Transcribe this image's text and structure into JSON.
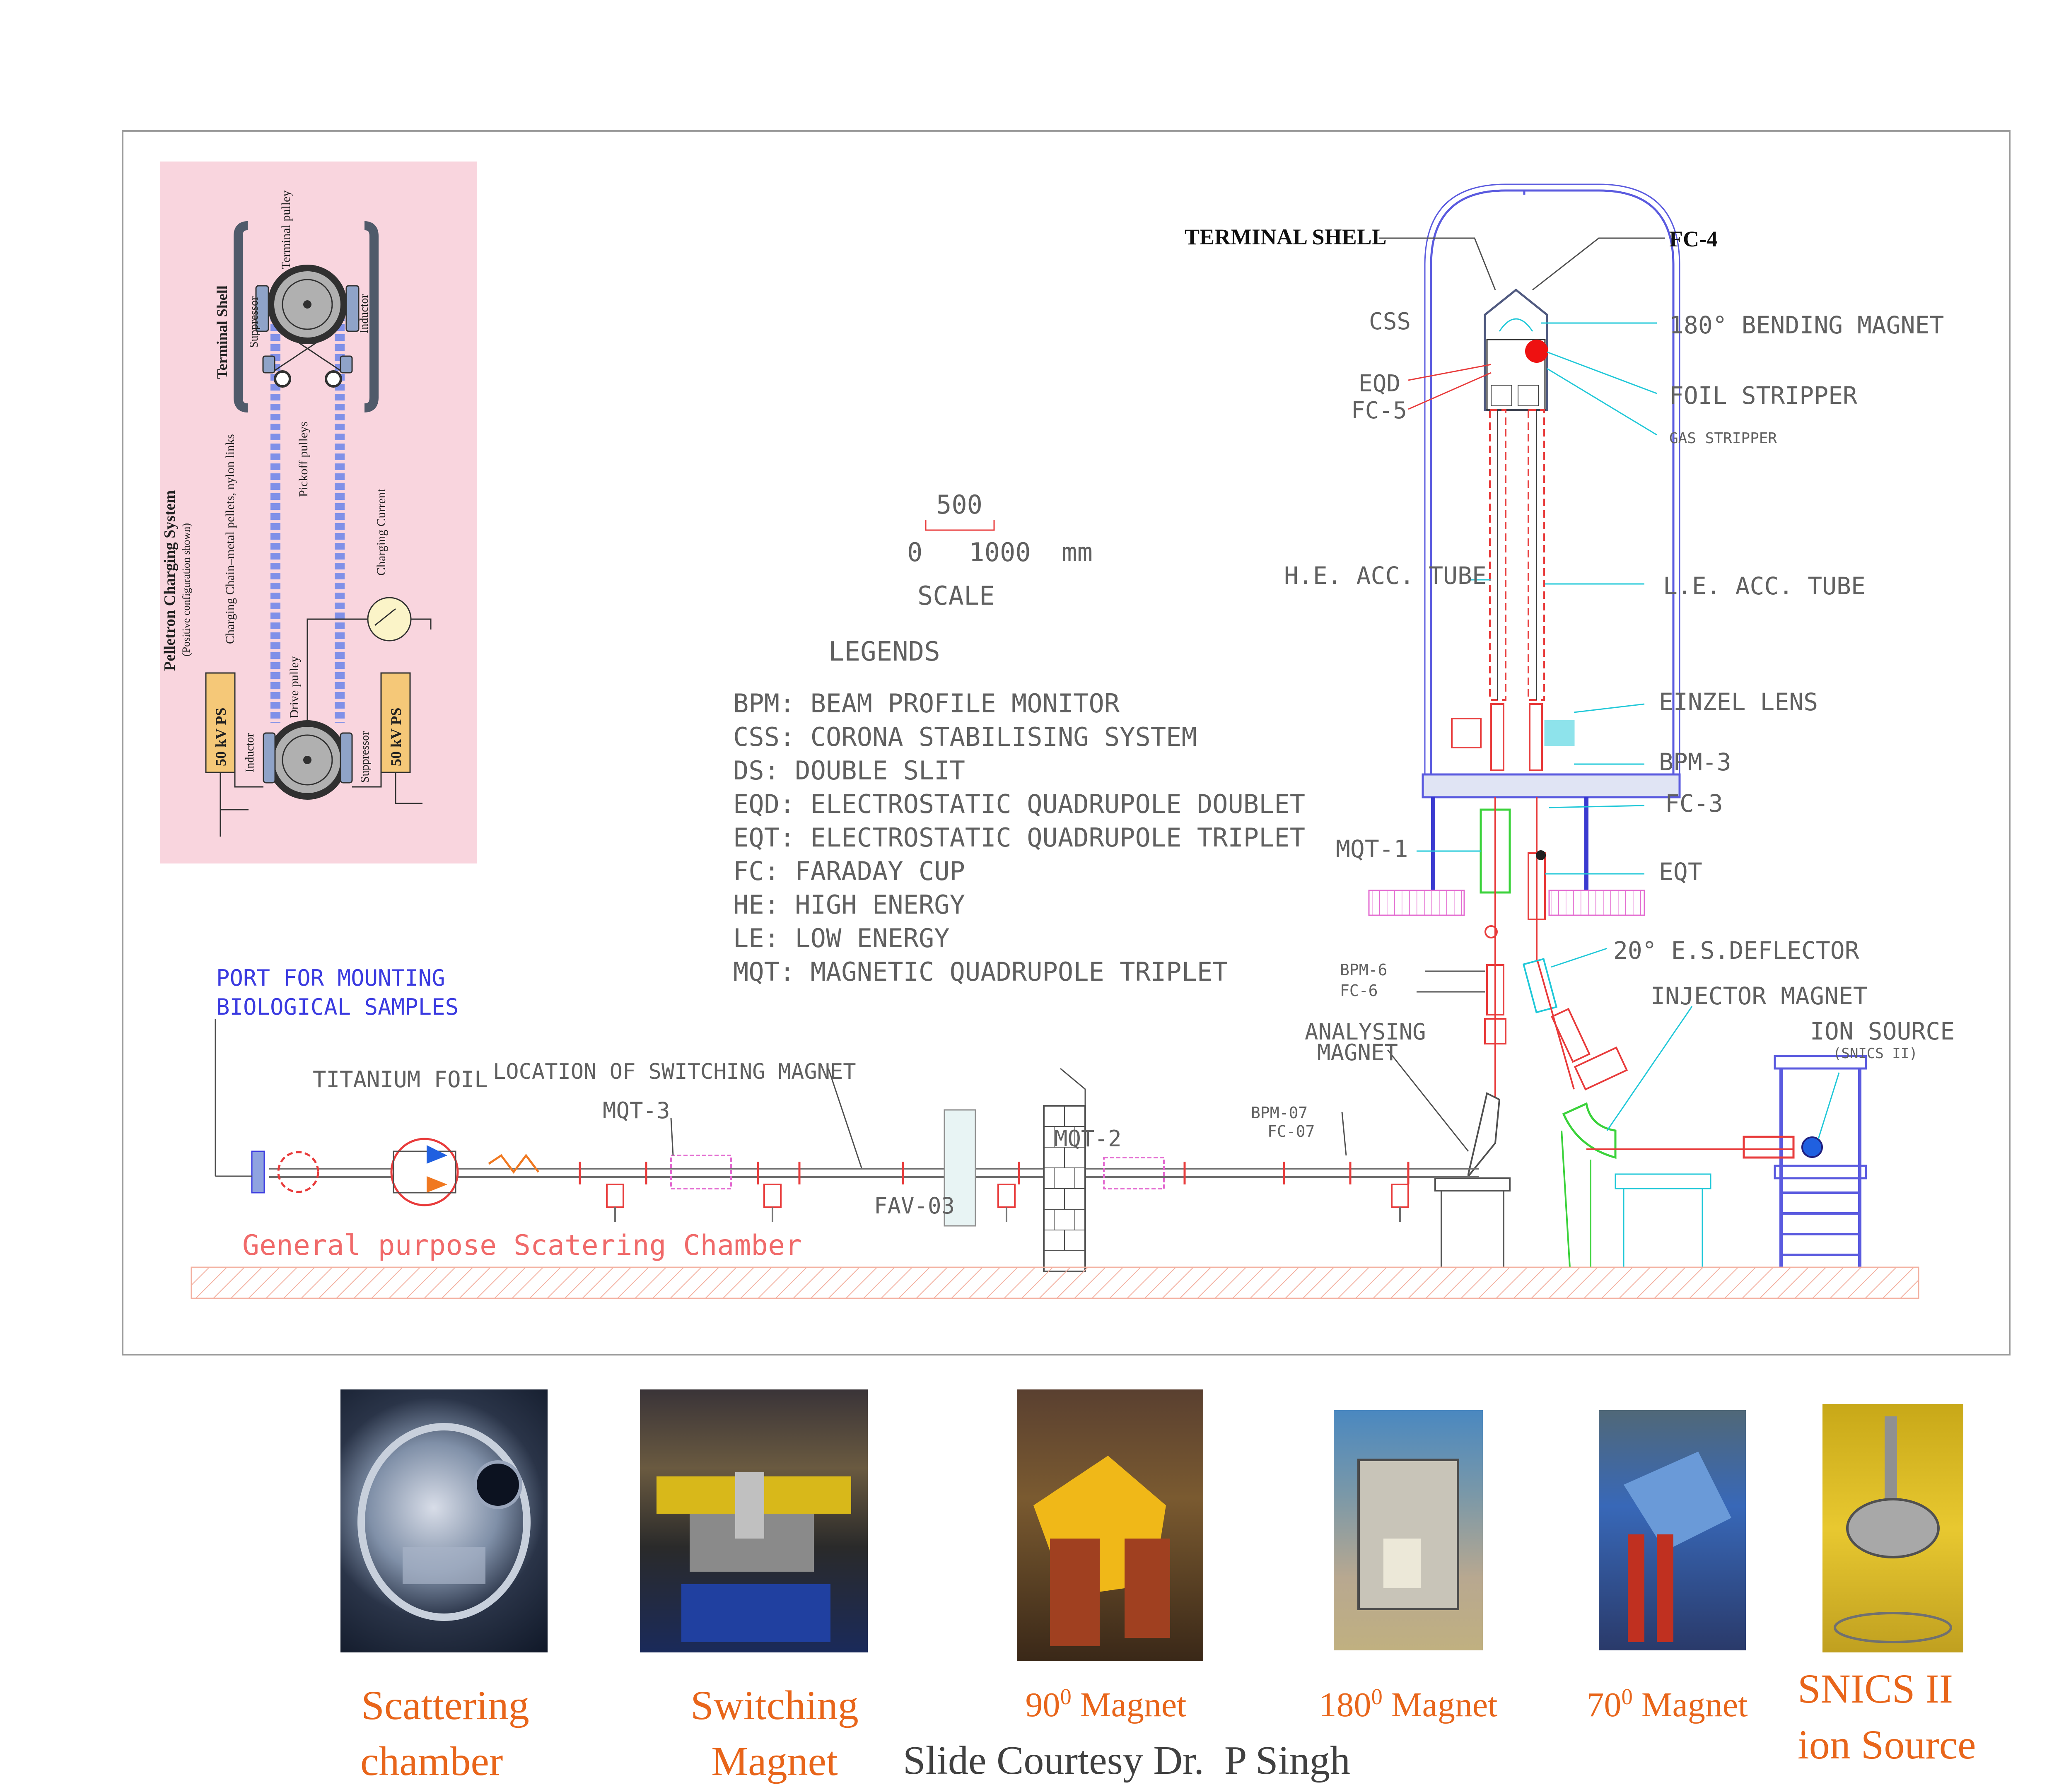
{
  "diagram": {
    "inset": {
      "title": "Pelletron Charging System",
      "subtitle": "(Positive configuration shown)",
      "terminal_shell": "Terminal Shell",
      "terminal_pulley": "Terminal pulley",
      "suppressor_top": "Suppressor",
      "inductor_top": "Inductor",
      "pickoff_pulleys": "Pickoff pulleys",
      "charging_chain": "Charging Chain–metal pellets, nylon links",
      "charging_current": "Charging Current",
      "drive_pulley": "Drive pulley",
      "inductor_bottom": "Inductor",
      "suppressor_bottom": "Suppressor",
      "ps_left": "50 kV PS",
      "ps_right": "50 kV PS"
    },
    "scale": {
      "mid_value": "500",
      "range": "0   1000  mm",
      "label": "SCALE"
    },
    "legends": {
      "title": "LEGENDS",
      "items": [
        "BPM: BEAM PROFILE MONITOR",
        "CSS: CORONA STABILISING SYSTEM",
        "DS: DOUBLE SLIT",
        "EQD: ELECTROSTATIC QUADRUPOLE DOUBLET",
        "EQT: ELECTROSTATIC QUADRUPOLE TRIPLET",
        "FC: FARADAY CUP",
        "HE: HIGH ENERGY",
        "LE: LOW ENERGY",
        "MQT: MAGNETIC QUADRUPOLE TRIPLET"
      ]
    },
    "tank_labels": {
      "terminal_shell": "TERMINAL SHELL",
      "fc4": "FC-4",
      "css": "CSS",
      "bending_magnet": "180° BENDING MAGNET",
      "eqd": "EQD",
      "fc5": "FC-5",
      "foil_stripper": "FOIL STRIPPER",
      "gas_stripper": "GAS STRIPPER",
      "he_tube": "H.E. ACC. TUBE",
      "le_tube": "L.E. ACC. TUBE",
      "einzel_lens": "EINZEL LENS",
      "bpm3": "BPM-3",
      "fc3": "FC-3",
      "mqt1": "MQT-1",
      "eqt": "EQT",
      "es_deflector": "20° E.S.DEFLECTOR",
      "injector_magnet": "INJECTOR MAGNET",
      "ion_source": "ION SOURCE",
      "snics": "(SNICS II)",
      "bpm6": "BPM-6",
      "fc6": "FC-6",
      "analysing_magnet_1": "ANALYSING",
      "analysing_magnet_2": "MAGNET"
    },
    "beamline_labels": {
      "port_line1": "PORT FOR MOUNTING",
      "port_line2": "BIOLOGICAL SAMPLES",
      "titanium_foil": "TITANIUM FOIL",
      "switching_location": "LOCATION OF SWITCHING MAGNET",
      "mqt3": "MQT-3",
      "fav03": "FAV-03",
      "mqt2": "MQT-2",
      "bpm07": "BPM-07",
      "fc07": "FC-07",
      "scattering_chamber": "General purpose Scatering Chamber"
    },
    "colors": {
      "tank": "#5a5adf",
      "beam": "#e83b3b",
      "leader": "#20c8d8",
      "port_text": "#3a3ae0",
      "scatter_text": "#f06a6a",
      "inset_bg": "#f9d5de",
      "floor": "#f3b0a0",
      "mqt": "#e36ad0",
      "green": "#3ad23a"
    }
  },
  "photos": [
    {
      "icon": "scattering-chamber-photo",
      "caption": "Scattering",
      "caption2": "chamber"
    },
    {
      "icon": "switching-magnet-photo",
      "caption": "Switching Magnet"
    },
    {
      "icon": "90-degree-magnet-photo",
      "caption_pre": "90",
      "caption_sup": "0",
      "caption_post": " Magnet"
    },
    {
      "icon": "180-degree-magnet-photo",
      "caption_pre": "180",
      "caption_sup": "0",
      "caption_post": " Magnet"
    },
    {
      "icon": "70-degree-magnet-photo",
      "caption_pre": "70",
      "caption_sup": "0",
      "caption_post": " Magnet"
    },
    {
      "icon": "snics-ion-source-photo",
      "caption": "SNICS II",
      "caption2": "ion Source"
    }
  ],
  "credit": "Slide Courtesy Dr.  P Singh"
}
